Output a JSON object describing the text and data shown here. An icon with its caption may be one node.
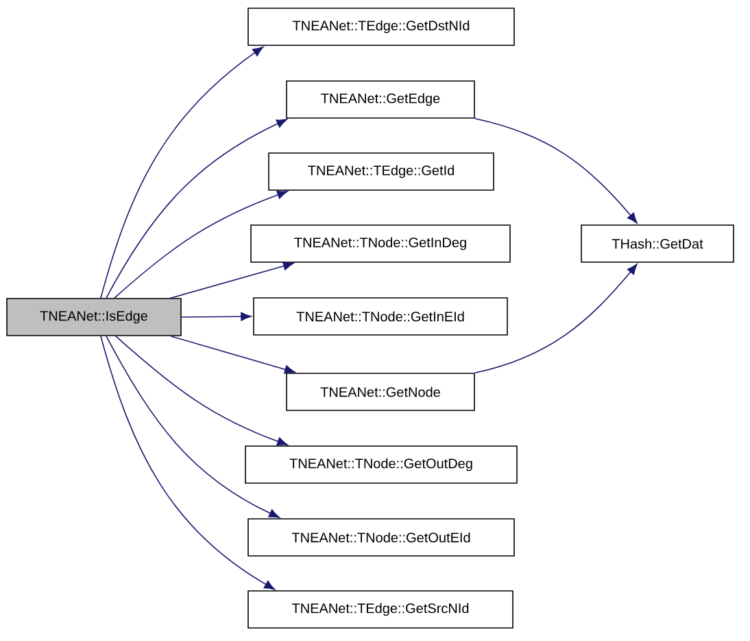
{
  "diagram": {
    "nodes": [
      {
        "text": [
          "TNEANet::IsEdge"
        ]
      },
      {
        "text": [
          "TNEANet::TEdge::GetDstNId"
        ]
      },
      {
        "text": [
          "TNEANet::GetEdge"
        ]
      },
      {
        "text": [
          "TNEANet::TEdge::GetId"
        ]
      },
      {
        "text": [
          "TNEANet::TNode::GetInDeg"
        ]
      },
      {
        "text": [
          "TNEANet::TNode::GetInEId"
        ]
      },
      {
        "text": [
          "TNEANet::GetNode"
        ]
      },
      {
        "text": [
          "TNEANet::TNode::GetOutDeg"
        ]
      },
      {
        "text": [
          "TNEANet::TNode::GetOutEId"
        ]
      },
      {
        "text": [
          "TNEANet::TEdge::GetSrcNId"
        ]
      },
      {
        "text": [
          "THash::GetDat"
        ]
      }
    ],
    "edges": [
      {
        "from": 0,
        "to": 1,
        "arrow": "to"
      },
      {
        "from": 0,
        "to": 2,
        "arrow": "to"
      },
      {
        "from": 0,
        "to": 3,
        "arrow": "to"
      },
      {
        "from": 0,
        "to": 4,
        "arrow": "to"
      },
      {
        "from": 0,
        "to": 5,
        "arrow": "to"
      },
      {
        "from": 0,
        "to": 6,
        "arrow": "to"
      },
      {
        "from": 0,
        "to": 7,
        "arrow": "to"
      },
      {
        "from": 0,
        "to": 8,
        "arrow": "to"
      },
      {
        "from": 0,
        "to": 9,
        "arrow": "to"
      },
      {
        "from": 2,
        "to": 10,
        "arrow": "to"
      },
      {
        "from": 6,
        "to": 10,
        "arrow": "to"
      }
    ]
  }
}
